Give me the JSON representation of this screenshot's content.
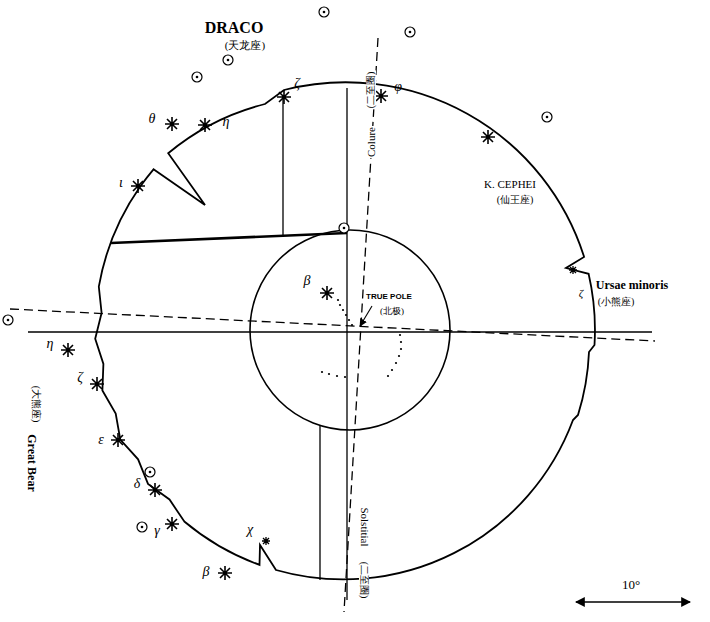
{
  "diagram": {
    "labels": [
      "DRACO",
      "(天龙座)",
      "ζ",
      "φ",
      "θ",
      "η",
      "ι",
      "K. CEPHEI",
      "(仙王座)",
      "Colure",
      "(二至圈)",
      "TRUE POLE",
      "(北极)",
      "β",
      "Ursae minoris",
      "(小熊座)",
      "ζ",
      "η",
      "ζ",
      "ε",
      "δ",
      "γ",
      "χ",
      "β",
      "(大熊座)",
      "Great Bear",
      "Solstitial",
      "(二至圈)",
      "10°"
    ]
  }
}
